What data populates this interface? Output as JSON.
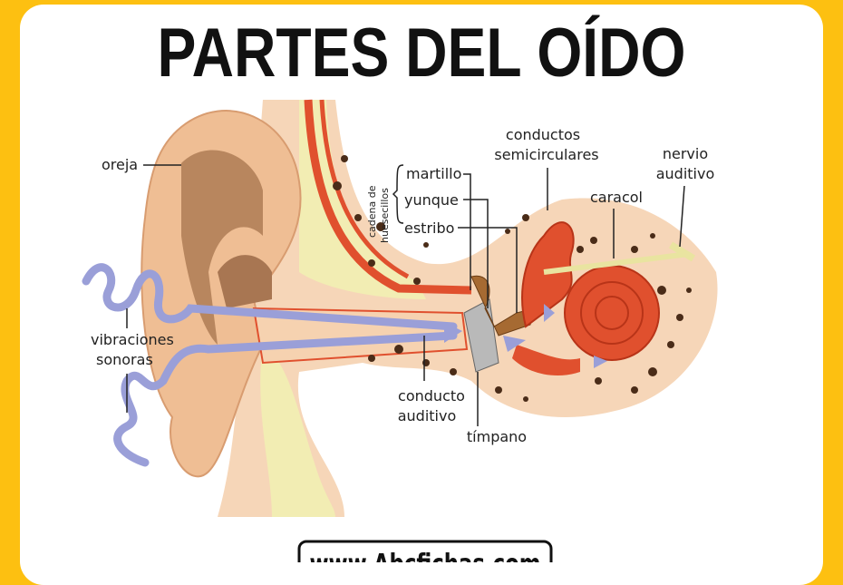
{
  "title": "PARTES DEL OÍDO",
  "website": "www.Abcfichas.com",
  "labels": {
    "oreja": "oreja",
    "vibraciones_1": "vibraciones",
    "vibraciones_2": "sonoras",
    "cadena_1": "cadena de",
    "cadena_2": "huesecillos",
    "martillo": "martillo",
    "yunque": "yunque",
    "estribo": "estribo",
    "semicirculares_1": "conductos",
    "semicirculares_2": "semicirculares",
    "caracol": "caracol",
    "nervio_1": "nervio",
    "nervio_2": "auditivo",
    "conducto_1": "conducto",
    "conducto_2": "auditivo",
    "timpano": "tímpano"
  },
  "colors": {
    "frame": "#FDC011",
    "skin": "#F2C6A0",
    "red": "#E0502E",
    "wave": "#9A9FD8",
    "bone": "#F4EFB0"
  }
}
